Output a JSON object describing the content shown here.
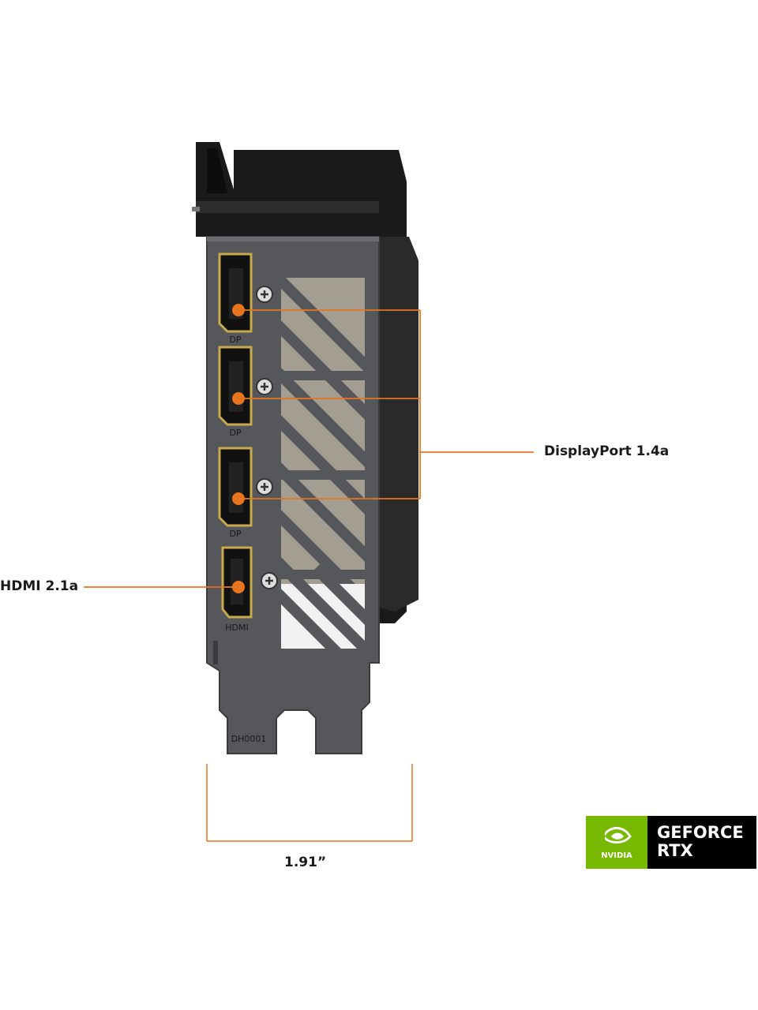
{
  "callouts": {
    "displayport": "DisplayPort 1.4a",
    "hdmi": "HDMI 2.1a",
    "width": "1.91”"
  },
  "bracket_marks": {
    "dp_label": "DP",
    "hdmi_label": "HDMI",
    "part_code": "DH0001"
  },
  "badge": {
    "brand": "NVIDIA",
    "line1": "GEFORCE",
    "line2": "RTX"
  },
  "colors": {
    "accent": "#e8741e",
    "bracket": "#55575a",
    "nvidia_green": "#76b900"
  }
}
